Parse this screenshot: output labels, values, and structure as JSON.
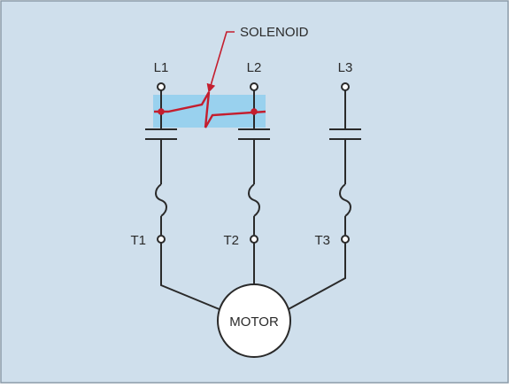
{
  "diagram": {
    "callout_label": "SOLENOID",
    "line_labels": [
      "L1",
      "L2",
      "L3"
    ],
    "terminal_labels": [
      "T1",
      "T2",
      "T3"
    ],
    "load_label": "MOTOR"
  },
  "colors": {
    "panel_background": "#cfdfec",
    "panel_border": "#8a9aa8",
    "solenoid_highlight": "#8fcfee",
    "solenoid_line": "#c41e2e",
    "wire": "#2a2a2a"
  }
}
